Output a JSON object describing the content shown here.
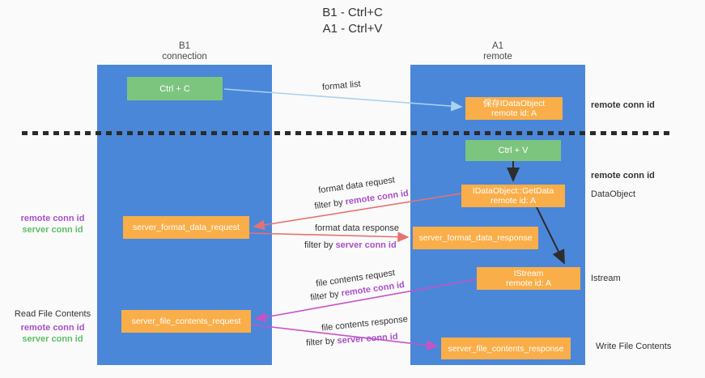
{
  "title": {
    "line1": "B1 - Ctrl+C",
    "line2": "A1 - Ctrl+V"
  },
  "lanes": {
    "left": {
      "name": "B1",
      "role": "connection"
    },
    "right": {
      "name": "A1",
      "role": "remote"
    }
  },
  "nodes": {
    "ctrl_c": {
      "label": "Ctrl + C"
    },
    "ctrl_v": {
      "label": "Ctrl + V"
    },
    "saved_idataobject": {
      "line1": "保存IDataObject",
      "line2": "remote id: A"
    },
    "idataobject_getdata": {
      "line1": "IDataObject::GetData",
      "line2": "remote id: A"
    },
    "istream_node": {
      "line1": "IStream",
      "line2": "remote id: A"
    },
    "server_format_data_request": {
      "label": "server_format_data_request"
    },
    "server_format_data_response": {
      "label": "server_format_data_response"
    },
    "server_file_contents_request": {
      "label": "server_file_contents_request"
    },
    "server_file_contents_response": {
      "label": "server_file_contents_response"
    }
  },
  "edges": {
    "format_list": {
      "label": "format list"
    },
    "format_data_request": {
      "label": "format data request",
      "filter_prefix": "filter by ",
      "filter_key": "remote conn id"
    },
    "format_data_response": {
      "label": "format data response",
      "filter_prefix": "filter by ",
      "filter_key": "server conn id"
    },
    "file_contents_request": {
      "label": "file contents request",
      "filter_prefix": "filter by ",
      "filter_key": "remote conn id"
    },
    "file_contents_response": {
      "label": "file contents response",
      "filter_prefix": "filter by ",
      "filter_key": "server conn id"
    }
  },
  "annotations": {
    "right_top_remote_conn_id": "remote conn id",
    "right_mid_remote_conn_id": "remote conn id",
    "right_dataobject": "DataObject",
    "right_istream": "Istream",
    "right_write_file_contents": "Write File Contents",
    "left_mid": {
      "remote": "remote conn id",
      "server": "server conn id"
    },
    "left_bottom": {
      "title": "Read File Contents",
      "remote": "remote conn id",
      "server": "server conn id"
    }
  },
  "colors": {
    "background": "#fafafa",
    "lane_blue": "#4a87d9",
    "box_green": "#7cc57f",
    "box_orange": "#f9ae49",
    "arrow_light_blue": "#a9d2ee",
    "arrow_red": "#e57272",
    "arrow_magenta": "#c653c6",
    "arrow_black": "#2d2d2d",
    "text_purple": "#a750c7",
    "text_green": "#5cbf66"
  }
}
